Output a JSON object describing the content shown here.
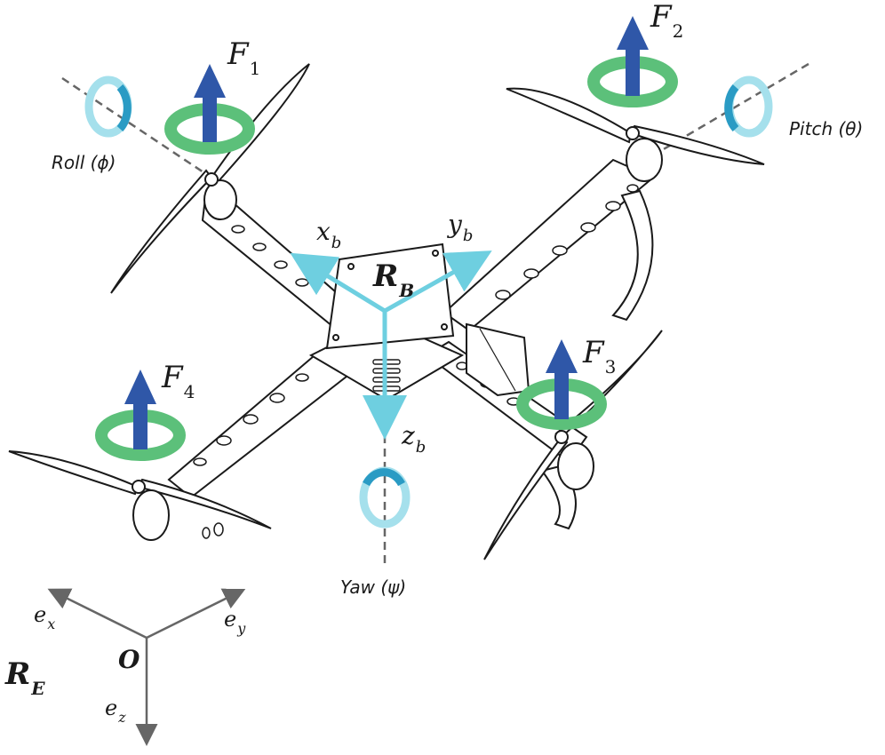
{
  "diagram": {
    "forces": [
      {
        "name": "F",
        "sub": "1"
      },
      {
        "name": "F",
        "sub": "2"
      },
      {
        "name": "F",
        "sub": "3"
      },
      {
        "name": "F",
        "sub": "4"
      }
    ],
    "rotations": {
      "roll": "Roll (ϕ)",
      "pitch": "Pitch (θ)",
      "yaw": "Yaw (ψ)"
    },
    "body_frame": {
      "name": "R",
      "sub": "B",
      "x": "x",
      "x_sub": "b",
      "y": "y",
      "y_sub": "b",
      "z": "z",
      "z_sub": "b"
    },
    "earth_frame": {
      "name": "R",
      "sub": "E",
      "origin": "O",
      "ex": "e",
      "ex_sub": "x",
      "ey": "e",
      "ey_sub": "y",
      "ez": "e",
      "ez_sub": "z"
    },
    "colors": {
      "force_arrow": "#2f57a8",
      "rotor_ring": "#5cc07a",
      "axis_cyan": "#6ecfe0",
      "rotation_dark": "#2a9bc4",
      "outline": "#1a1a1a",
      "frame_axis": "#666666"
    }
  }
}
